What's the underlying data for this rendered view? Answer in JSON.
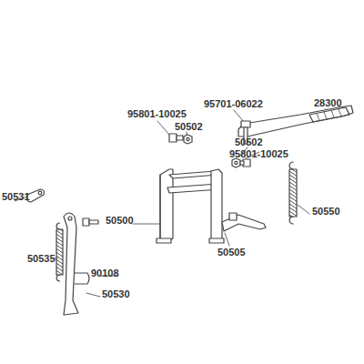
{
  "diagram": {
    "labels": [
      "95801-10025",
      "50502",
      "95701-06022",
      "28300",
      "50502",
      "95801-10025",
      "50531",
      "50500",
      "50550",
      "50535",
      "90108",
      "50505",
      "50530"
    ]
  }
}
